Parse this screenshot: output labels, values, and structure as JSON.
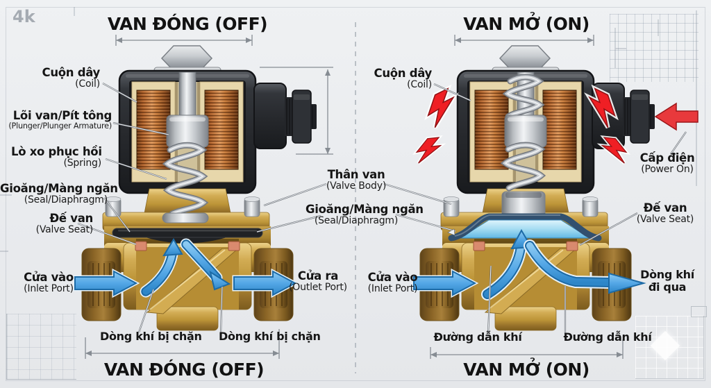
{
  "watermark": "4k",
  "left": {
    "title_top": "VAN ĐÓNG (OFF)",
    "title_bottom": "VAN ĐÓNG (OFF)",
    "coil": {
      "vi": "Cuộn dây",
      "en": "(Coil)"
    },
    "plunger": {
      "vi": "Lõi van/Pít tông",
      "en": "(Plunger/Plunger Armature)"
    },
    "spring": {
      "vi": "Lò xo phục hồi",
      "en": "(Spring)"
    },
    "seal": {
      "vi": "Gioăng/Màng ngăn",
      "en": "(Seal/Diaphragm)"
    },
    "valve_seat": {
      "vi": "Đế van",
      "en": "(Valve Seat)"
    },
    "inlet": {
      "vi": "Cửa vào",
      "en": "(Inlet Port)"
    },
    "outlet": {
      "vi": "Cửa ra",
      "en": "(Outlet Port)"
    },
    "blocked_flow_left": "Dòng khí bị chặn",
    "blocked_flow_right": "Dòng khí bị chặn"
  },
  "middle": {
    "valve_body": {
      "vi": "Thân van",
      "en": "(Valve Body)"
    },
    "seal": {
      "vi": "Gioăng/Màng ngăn",
      "en": "(Seal/Diaphragm)"
    }
  },
  "right": {
    "title_top": "VAN MỞ (ON)",
    "title_bottom": "VAN MỞ (ON)",
    "coil": {
      "vi": "Cuộn dây",
      "en": "(Coil)"
    },
    "power": {
      "vi": "Cấp điện",
      "en": "(Power On)"
    },
    "valve_seat": {
      "vi": "Đế van",
      "en": "(Valve Seat)"
    },
    "inlet": {
      "vi": "Cửa vào",
      "en": "(Inlet Port)"
    },
    "flow_line1": "Dòng khí",
    "flow_line2": "đi qua",
    "air_path_left": "Đường dẫn khí",
    "air_path_right": "Đường dẫn khí"
  },
  "colors": {
    "background": "#e9ebee",
    "brass": "#c49a3e",
    "copper": "#c87a38",
    "steel": "#c5c9cd",
    "housing": "#26282c",
    "flow_arrow": "#54a7e6",
    "seat_pad": "#d98a6e",
    "diaphragm_open": "#31506f",
    "electric": "#e62428",
    "text": "#161616"
  }
}
